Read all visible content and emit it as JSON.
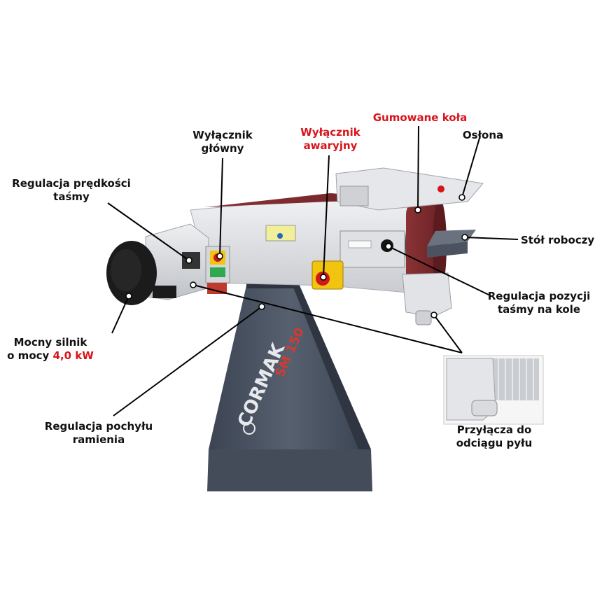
{
  "brand": {
    "logo_text": "CORMAK",
    "model_text": "SM 150"
  },
  "colors": {
    "label_text": "#111111",
    "highlight_red": "#d8141b",
    "base_gray": "#4f5868",
    "housing_gray": "#d9dade",
    "belt_maroon": "#7a2b2e"
  },
  "labels": {
    "speed": {
      "line1": "Regulacja prędkości",
      "line2": "taśmy"
    },
    "main_switch": {
      "line1": "Wyłącznik",
      "line2": "główny"
    },
    "emergency": {
      "line1": "Wyłącznik",
      "line2": "awaryjny"
    },
    "rubber_wheels": "Gumowane koła",
    "guard": "Osłona",
    "work_table": "Stół roboczy",
    "belt_position": {
      "line1": "Regulacja pozycji",
      "line2": "taśmy na kole"
    },
    "motor": {
      "line1": "Mocny silnik",
      "line2_prefix": "o mocy ",
      "line2_value": "4,0 kW"
    },
    "tilt": {
      "line1": "Regulacja pochyłu",
      "line2": "ramienia"
    },
    "dust": {
      "line1": "Przyłącza do",
      "line2": "odciągu pyłu"
    }
  }
}
